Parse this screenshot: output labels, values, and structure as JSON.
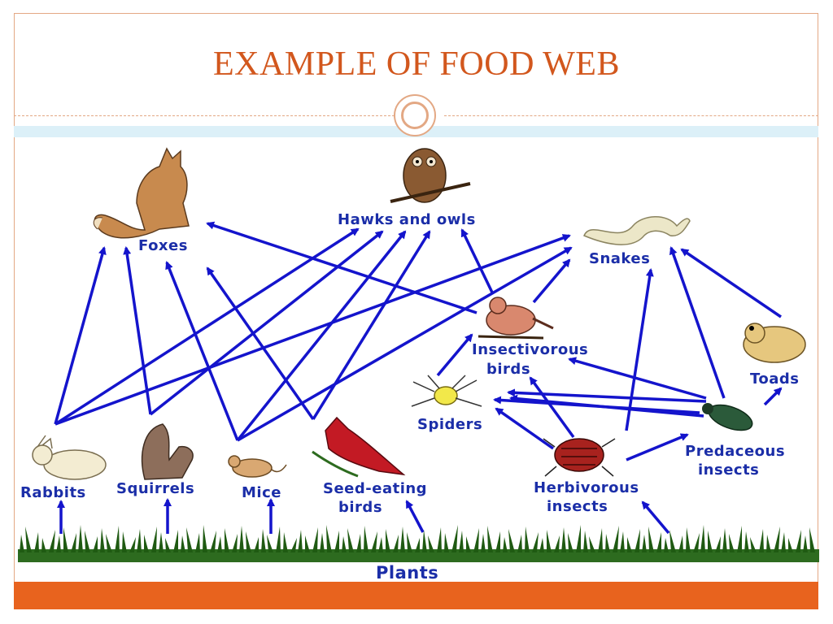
{
  "slide": {
    "title": "EXAMPLE OF FOOD WEB",
    "colors": {
      "title": "#d2571d",
      "accent_bar": "#e8631e",
      "arrows": "#1414cc",
      "labels": "#1b2ea8"
    }
  },
  "diagram": {
    "nodes": {
      "foxes": "Foxes",
      "hawks_owls": "Hawks and owls",
      "snakes": "Snakes",
      "insectivorous_birds": [
        "Insectivorous",
        "birds"
      ],
      "toads": "Toads",
      "spiders": "Spiders",
      "predaceous_insects": [
        "Predaceous",
        "insects"
      ],
      "rabbits": "Rabbits",
      "squirrels": "Squirrels",
      "mice": "Mice",
      "seed_eating_birds": [
        "Seed-eating",
        "birds"
      ],
      "herbivorous_insects": [
        "Herbivorous",
        "insects"
      ],
      "plants": "Plants"
    },
    "icons": [
      "fox-icon",
      "owl-icon",
      "snake-icon",
      "bird-icon",
      "toad-icon",
      "spider-icon",
      "beetle-icon",
      "rabbit-icon",
      "squirrel-icon",
      "mouse-icon",
      "cardinal-icon",
      "bug-icon",
      "grass-icon"
    ]
  }
}
